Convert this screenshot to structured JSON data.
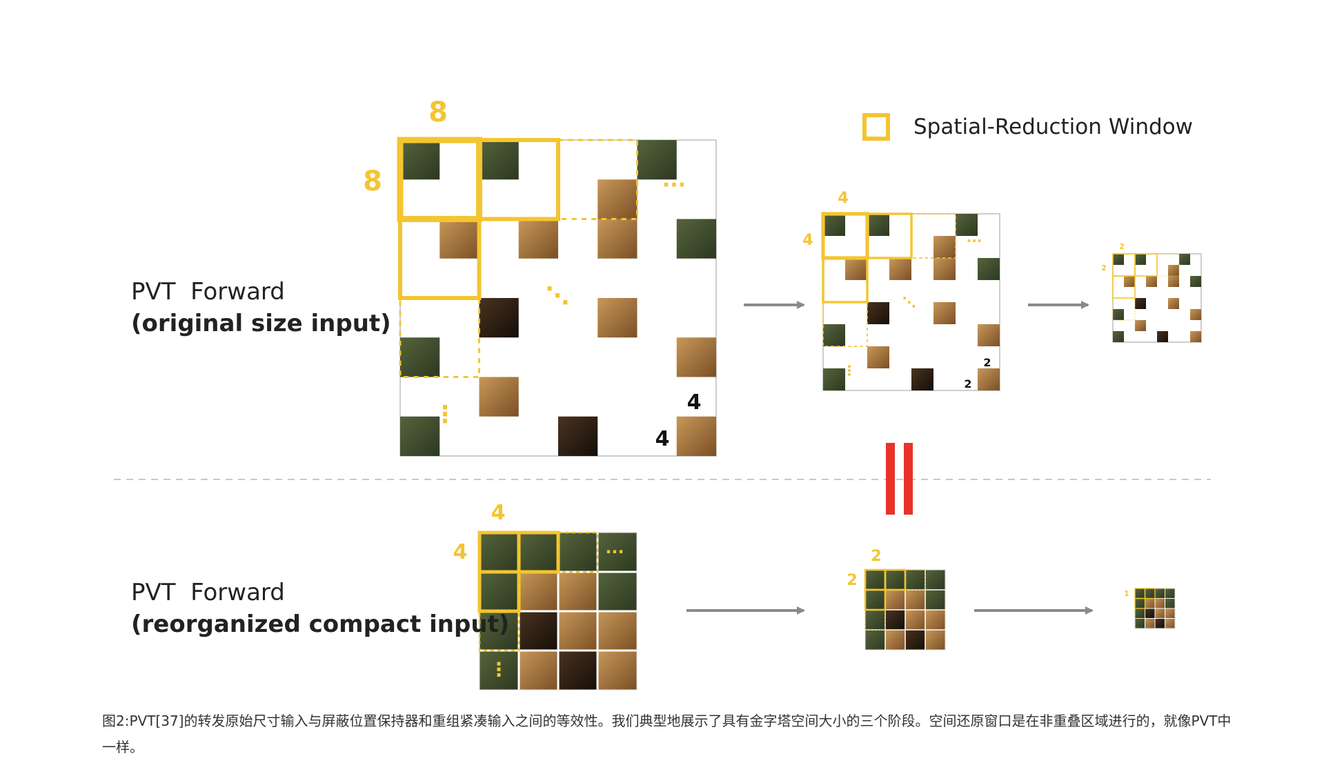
{
  "legend": {
    "label": "Spatial-Reduction Window",
    "color": "#f4c531"
  },
  "rows": [
    {
      "title": "PVT  Forward",
      "subtitle": "(original size input)"
    },
    {
      "title": "PVT  Forward",
      "subtitle": "(reorganized compact input)"
    }
  ],
  "labels": {
    "eight": "8",
    "four": "4",
    "two": "2",
    "one": "1",
    "ellipsis_h": "···",
    "ellipsis_d": "⋱",
    "ellipsis_v": "⋮"
  },
  "caption": "图2:PVT[37]的转发原始尺寸输入与屏蔽位置保持器和重组紧凑输入之间的等效性。我们典型地展示了具有金字塔空间大小的三个阶段。空间还原窗口是在非重叠区域进行的，就像PVT中一样。",
  "colors": {
    "accent": "#f4c531",
    "equal": "#e8322b",
    "arrow": "#8a8a8a",
    "patch_dark": "#3b4a2a",
    "patch_brown": "#a0703a"
  }
}
